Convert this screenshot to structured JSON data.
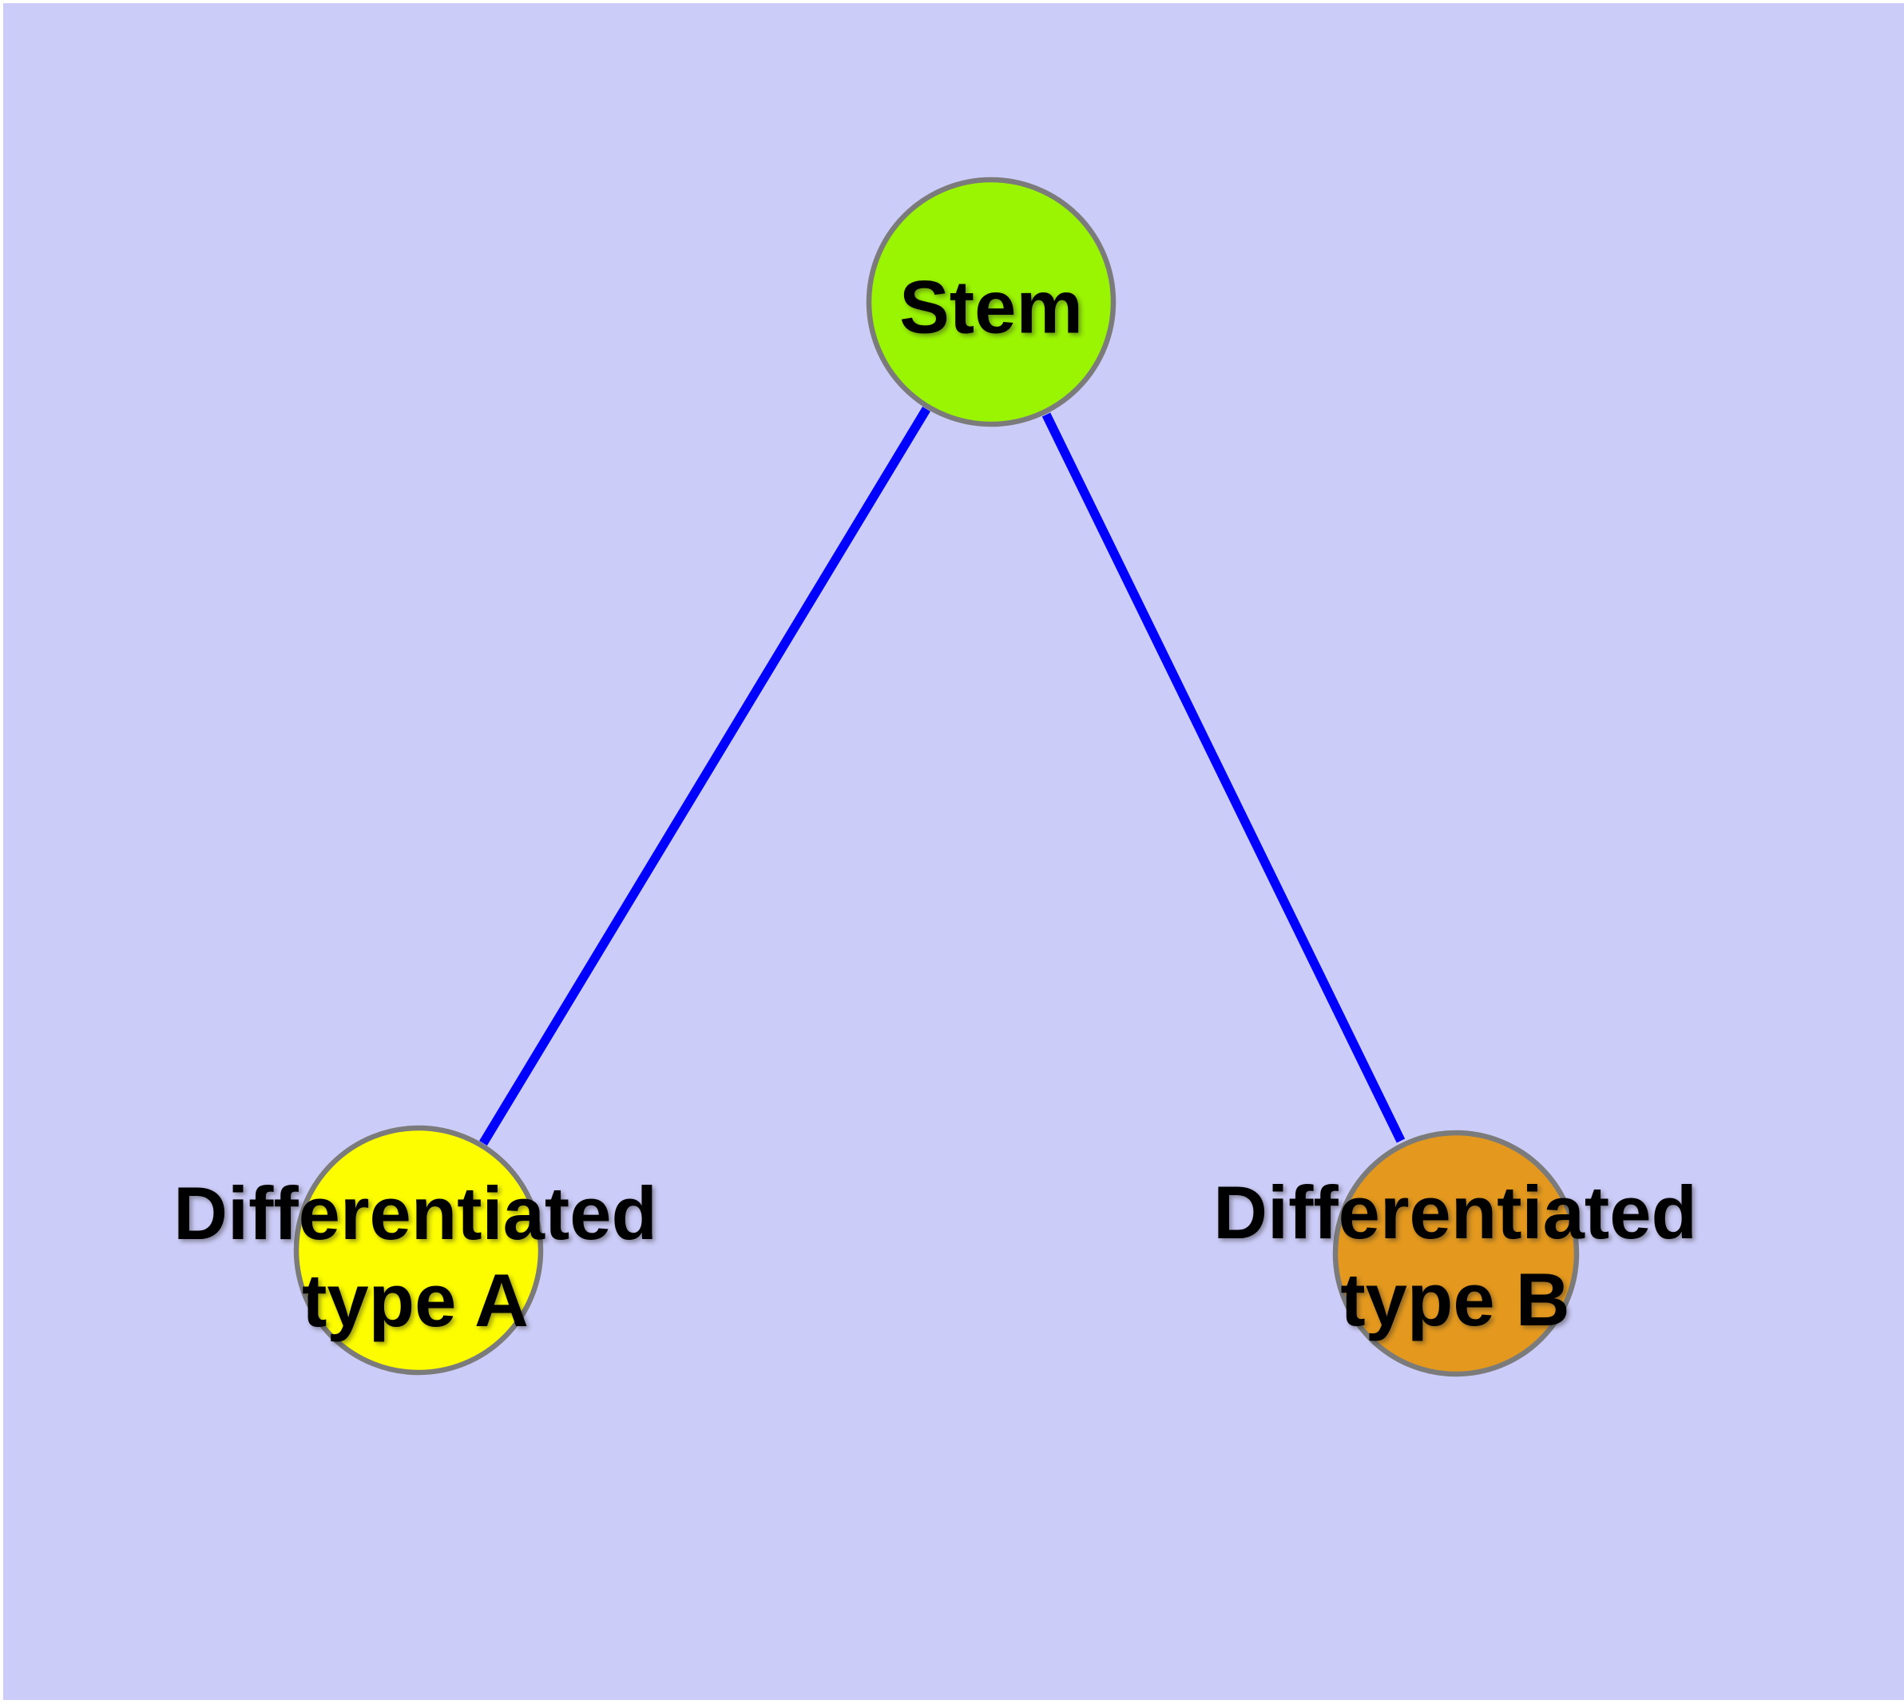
{
  "diagram": {
    "background_color": "#CCCCF8",
    "page_margin_color": "#FFFFFF",
    "edge_color": "#0000FF",
    "node_border_color": "#7B7B7B",
    "label_color": "#000000",
    "nodes": [
      {
        "id": "stem",
        "lines": [
          "Stem"
        ],
        "fill": "#9AF502"
      },
      {
        "id": "type-a",
        "lines": [
          "Differentiated",
          "type A"
        ],
        "fill": "#FDFD00"
      },
      {
        "id": "type-b",
        "lines": [
          "Differentiated",
          "type B"
        ],
        "fill": "#E4991E"
      }
    ],
    "edges": [
      {
        "from": "stem",
        "to": "type-a"
      },
      {
        "from": "stem",
        "to": "type-b"
      }
    ]
  }
}
